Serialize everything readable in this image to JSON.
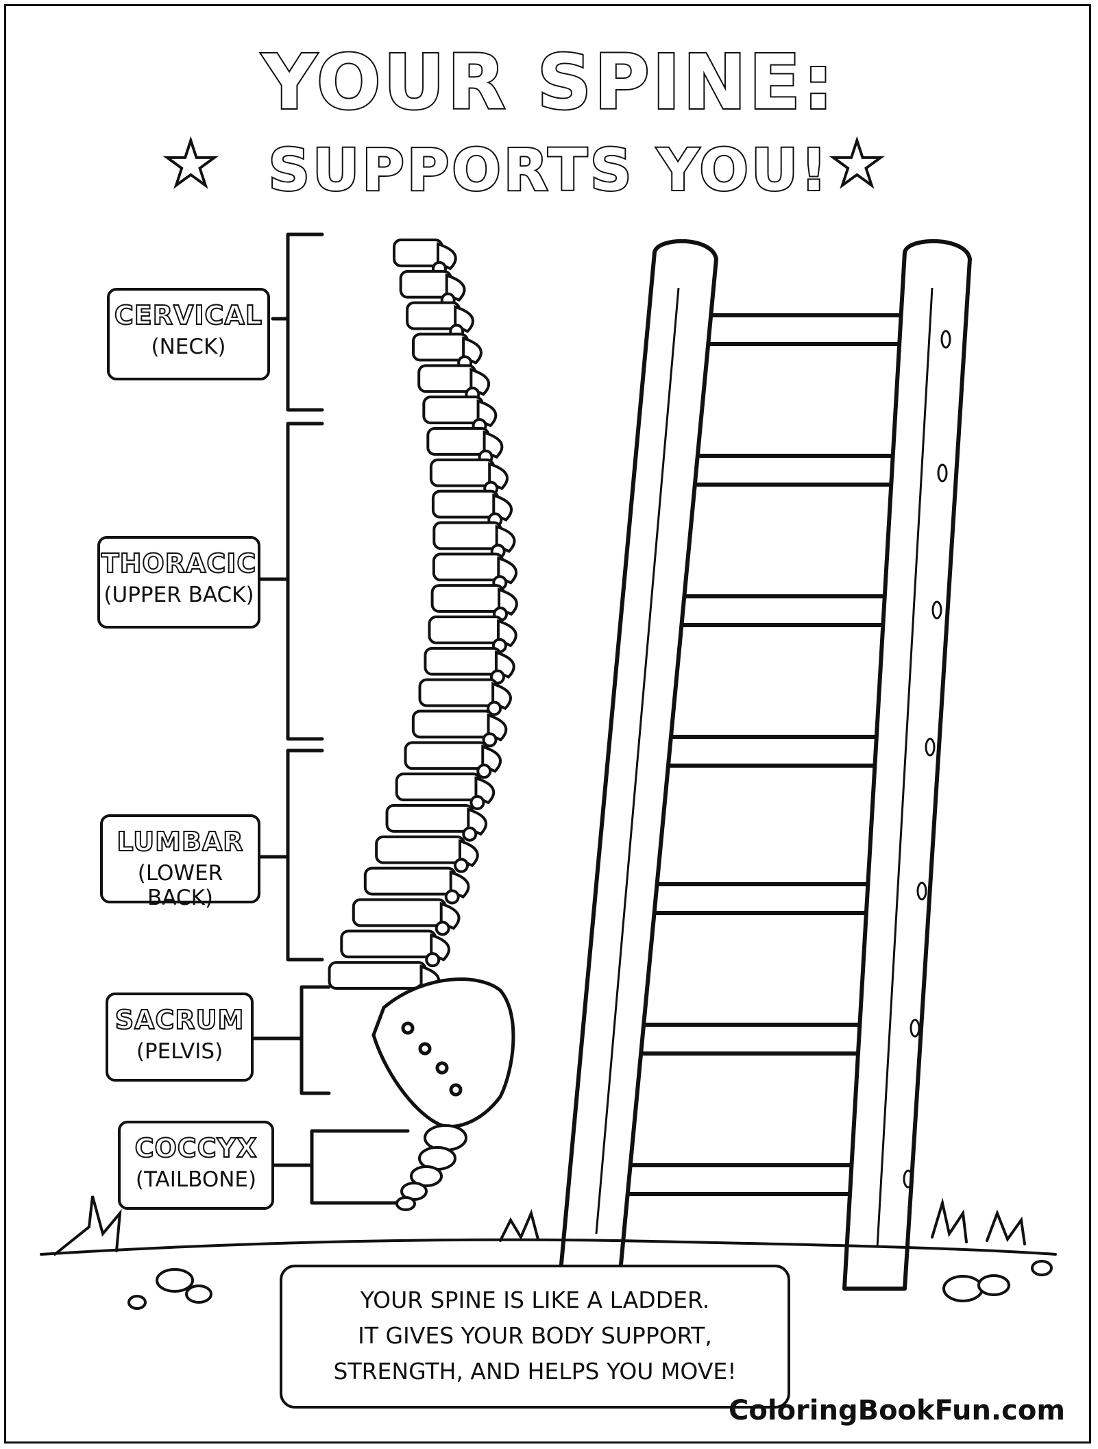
{
  "title": {
    "line1": "YOUR SPINE:",
    "line2": "SUPPORTS YOU!"
  },
  "regions": [
    {
      "name": "CERVICAL",
      "sub": "(NECK)"
    },
    {
      "name": "THORACIC",
      "sub": "(UPPER BACK)"
    },
    {
      "name": "LUMBAR",
      "sub": "(LOWER BACK)"
    },
    {
      "name": "SACRUM",
      "sub": "(PELVIS)"
    },
    {
      "name": "COCCYX",
      "sub": "(TAILBONE)"
    }
  ],
  "note": {
    "line1": "YOUR SPINE IS LIKE A LADDER.",
    "line2": "IT GIVES YOUR BODY SUPPORT,",
    "line3": "STRENGTH, AND HELPS YOU MOVE!"
  },
  "brand": "ColoringBookFun.com"
}
